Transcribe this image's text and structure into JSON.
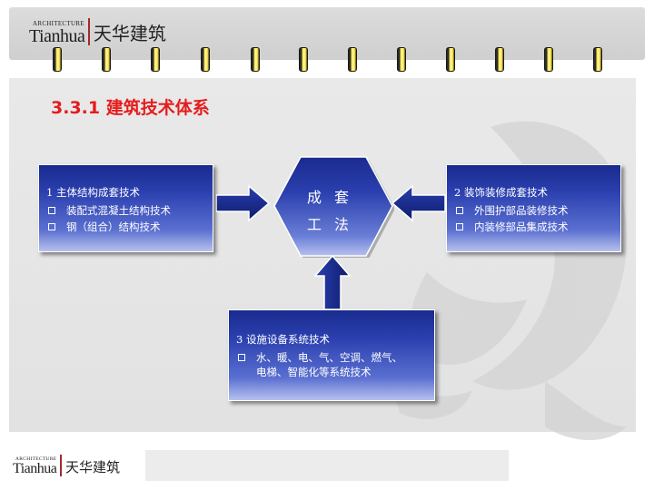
{
  "header": {
    "logo": {
      "small_text": "ARCHITECTURE",
      "latin_text": "Tianhua",
      "cn_text": "天华建筑"
    }
  },
  "slide_title": "3.3.1 建筑技术体系",
  "center": {
    "line1": "成套",
    "line2": "工法"
  },
  "boxes": [
    {
      "heading": "1 主体结构成套技术",
      "items": [
        "装配式混凝土结构技术",
        "钢（组合）结构技术"
      ]
    },
    {
      "heading": "2 装饰装修成套技术",
      "items": [
        "外围护部品装修技术",
        "内装修部品集成技术"
      ]
    },
    {
      "heading": "3 设施设备系统技术",
      "items": [
        "水、暖、电、气、空调、燃气、\n电梯、智能化等系统技术"
      ]
    }
  ],
  "footer": {
    "logo": {
      "small_text": "ARCHITECTURE",
      "latin_text": "Tianhua",
      "cn_text": "天华建筑"
    }
  },
  "colors": {
    "title_red": "#e51c1c",
    "box_dark_blue": "#1a2b8e",
    "box_light_blue": "#b7c1ee",
    "ring_yellow": "#f5e23a",
    "logo_bar_red": "#a8272a"
  },
  "icons": {
    "bullet": "hollow-square-icon",
    "arrows": [
      "right-arrow-icon",
      "left-arrow-icon",
      "up-arrow-icon"
    ]
  }
}
